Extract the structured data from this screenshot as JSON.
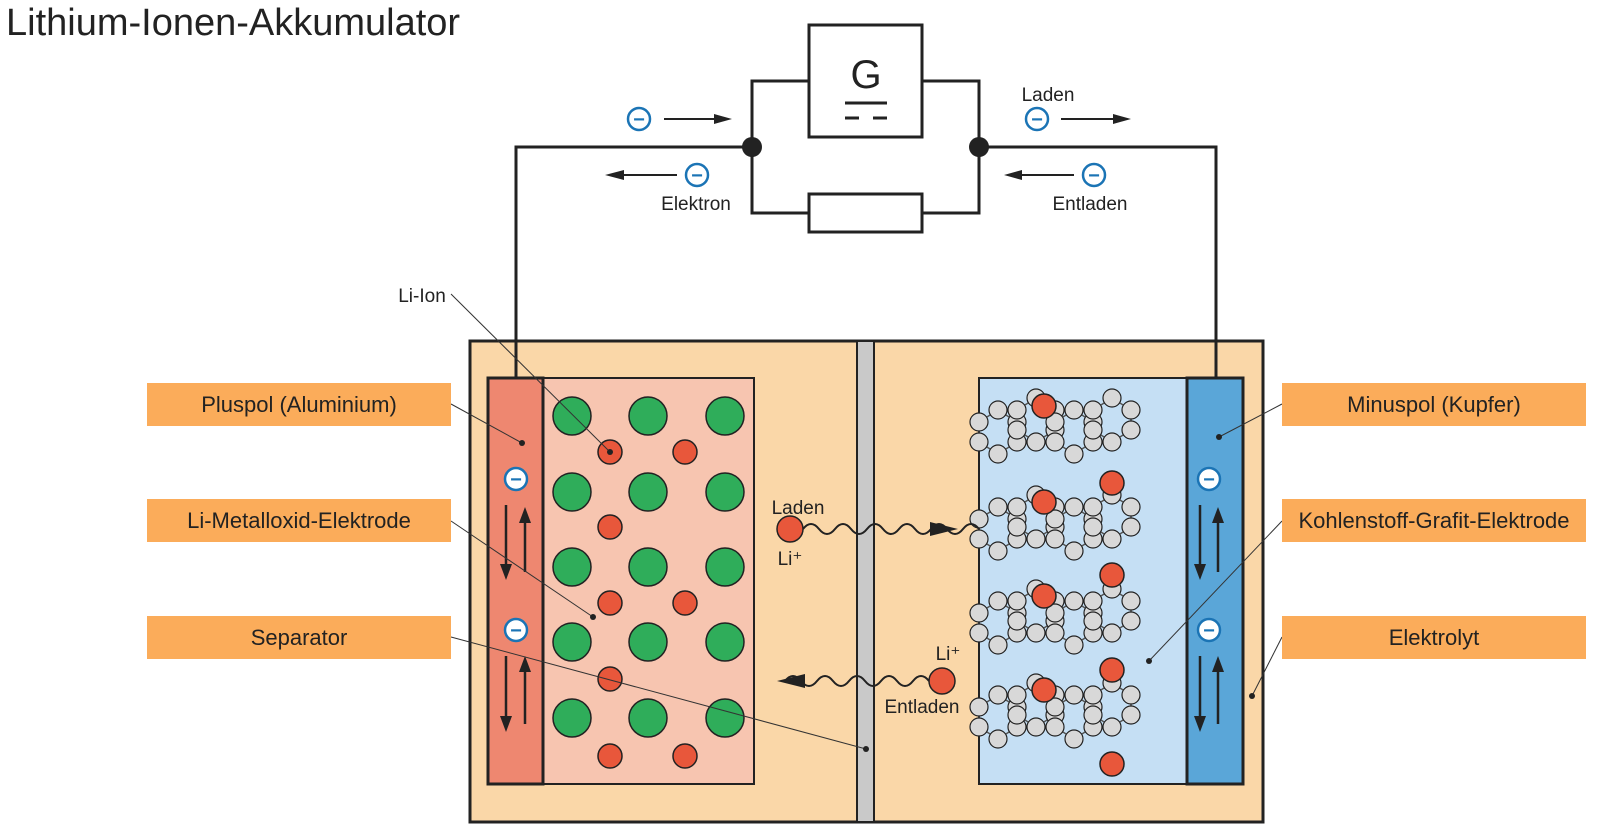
{
  "title": "Lithium-Ionen-Akkumulator",
  "generator_symbol": "G",
  "electron_symbol": "−",
  "labels": {
    "elektron": "Elektron",
    "laden": "Laden",
    "entladen": "Entladen",
    "li_ion": "Li-Ion",
    "li_plus": "Li⁺"
  },
  "callouts": {
    "pluspol": "Pluspol (Aluminium)",
    "li_metalloxid": "Li-Metalloxid-Elektrode",
    "separator": "Separator",
    "minuspol": "Minuspol (Kupfer)",
    "kohlenstoff": "Kohlenstoff-Grafit-Elektrode",
    "elektrolyt": "Elektrolyt"
  },
  "colors": {
    "casing": "#fad7a8",
    "pluspol": "#ee8770",
    "cathode": "#f7c5b0",
    "anode": "#c5dff4",
    "minuspol": "#5aa6d8",
    "separator": "#c9c9c9",
    "metal_oxide": "#2fad5a",
    "li_ion": "#e8573b",
    "carbon": "#d8d8d8",
    "callout": "#fbac5a",
    "electron": "#1b74b5"
  }
}
